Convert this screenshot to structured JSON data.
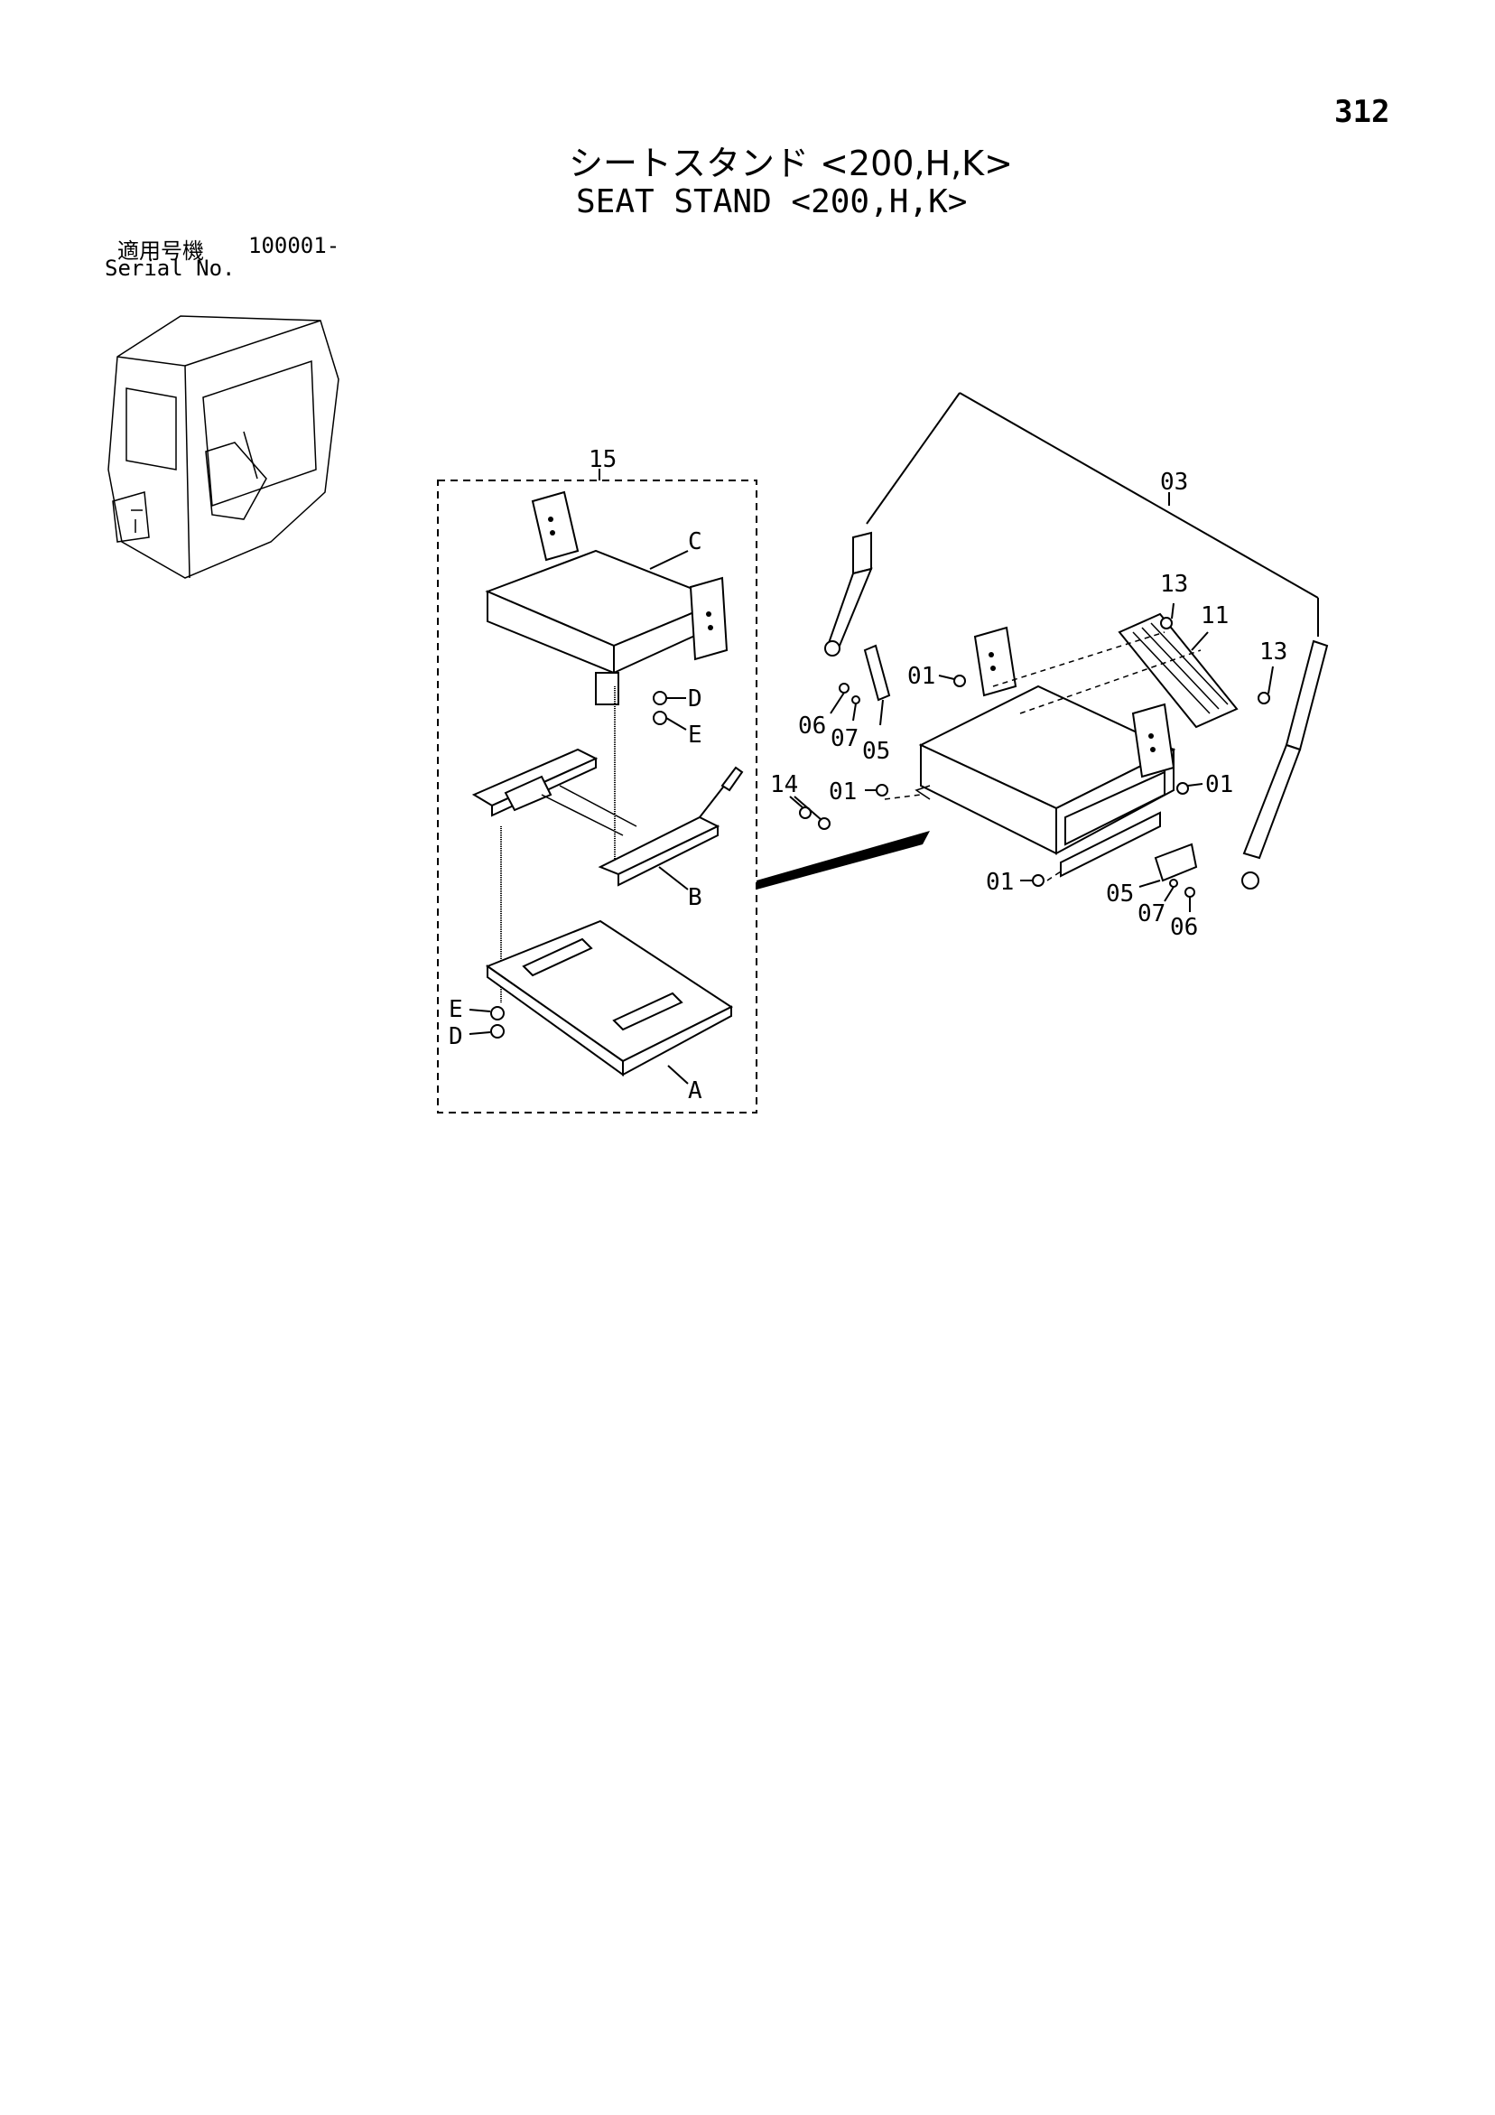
{
  "page_number": "312",
  "title_jp": "シートスタンド <200,H,K>",
  "title_en": "SEAT STAND <200,H,K>",
  "serial": {
    "label_jp": "適用号機",
    "label_en": "Serial No.",
    "value": "100001-"
  },
  "callouts": {
    "c15": "15",
    "cC": "C",
    "cD1": "D",
    "cE1": "E",
    "cB": "B",
    "cE2": "E",
    "cD2": "D",
    "cA": "A",
    "c03": "03",
    "c13a": "13",
    "c11": "11",
    "c13b": "13",
    "c01a": "01",
    "c06a": "06",
    "c07a": "07",
    "c05a": "05",
    "c14": "14",
    "c01b": "01",
    "c01c": "01",
    "c01d": "01",
    "c05b": "05",
    "c07b": "07",
    "c06b": "06"
  }
}
